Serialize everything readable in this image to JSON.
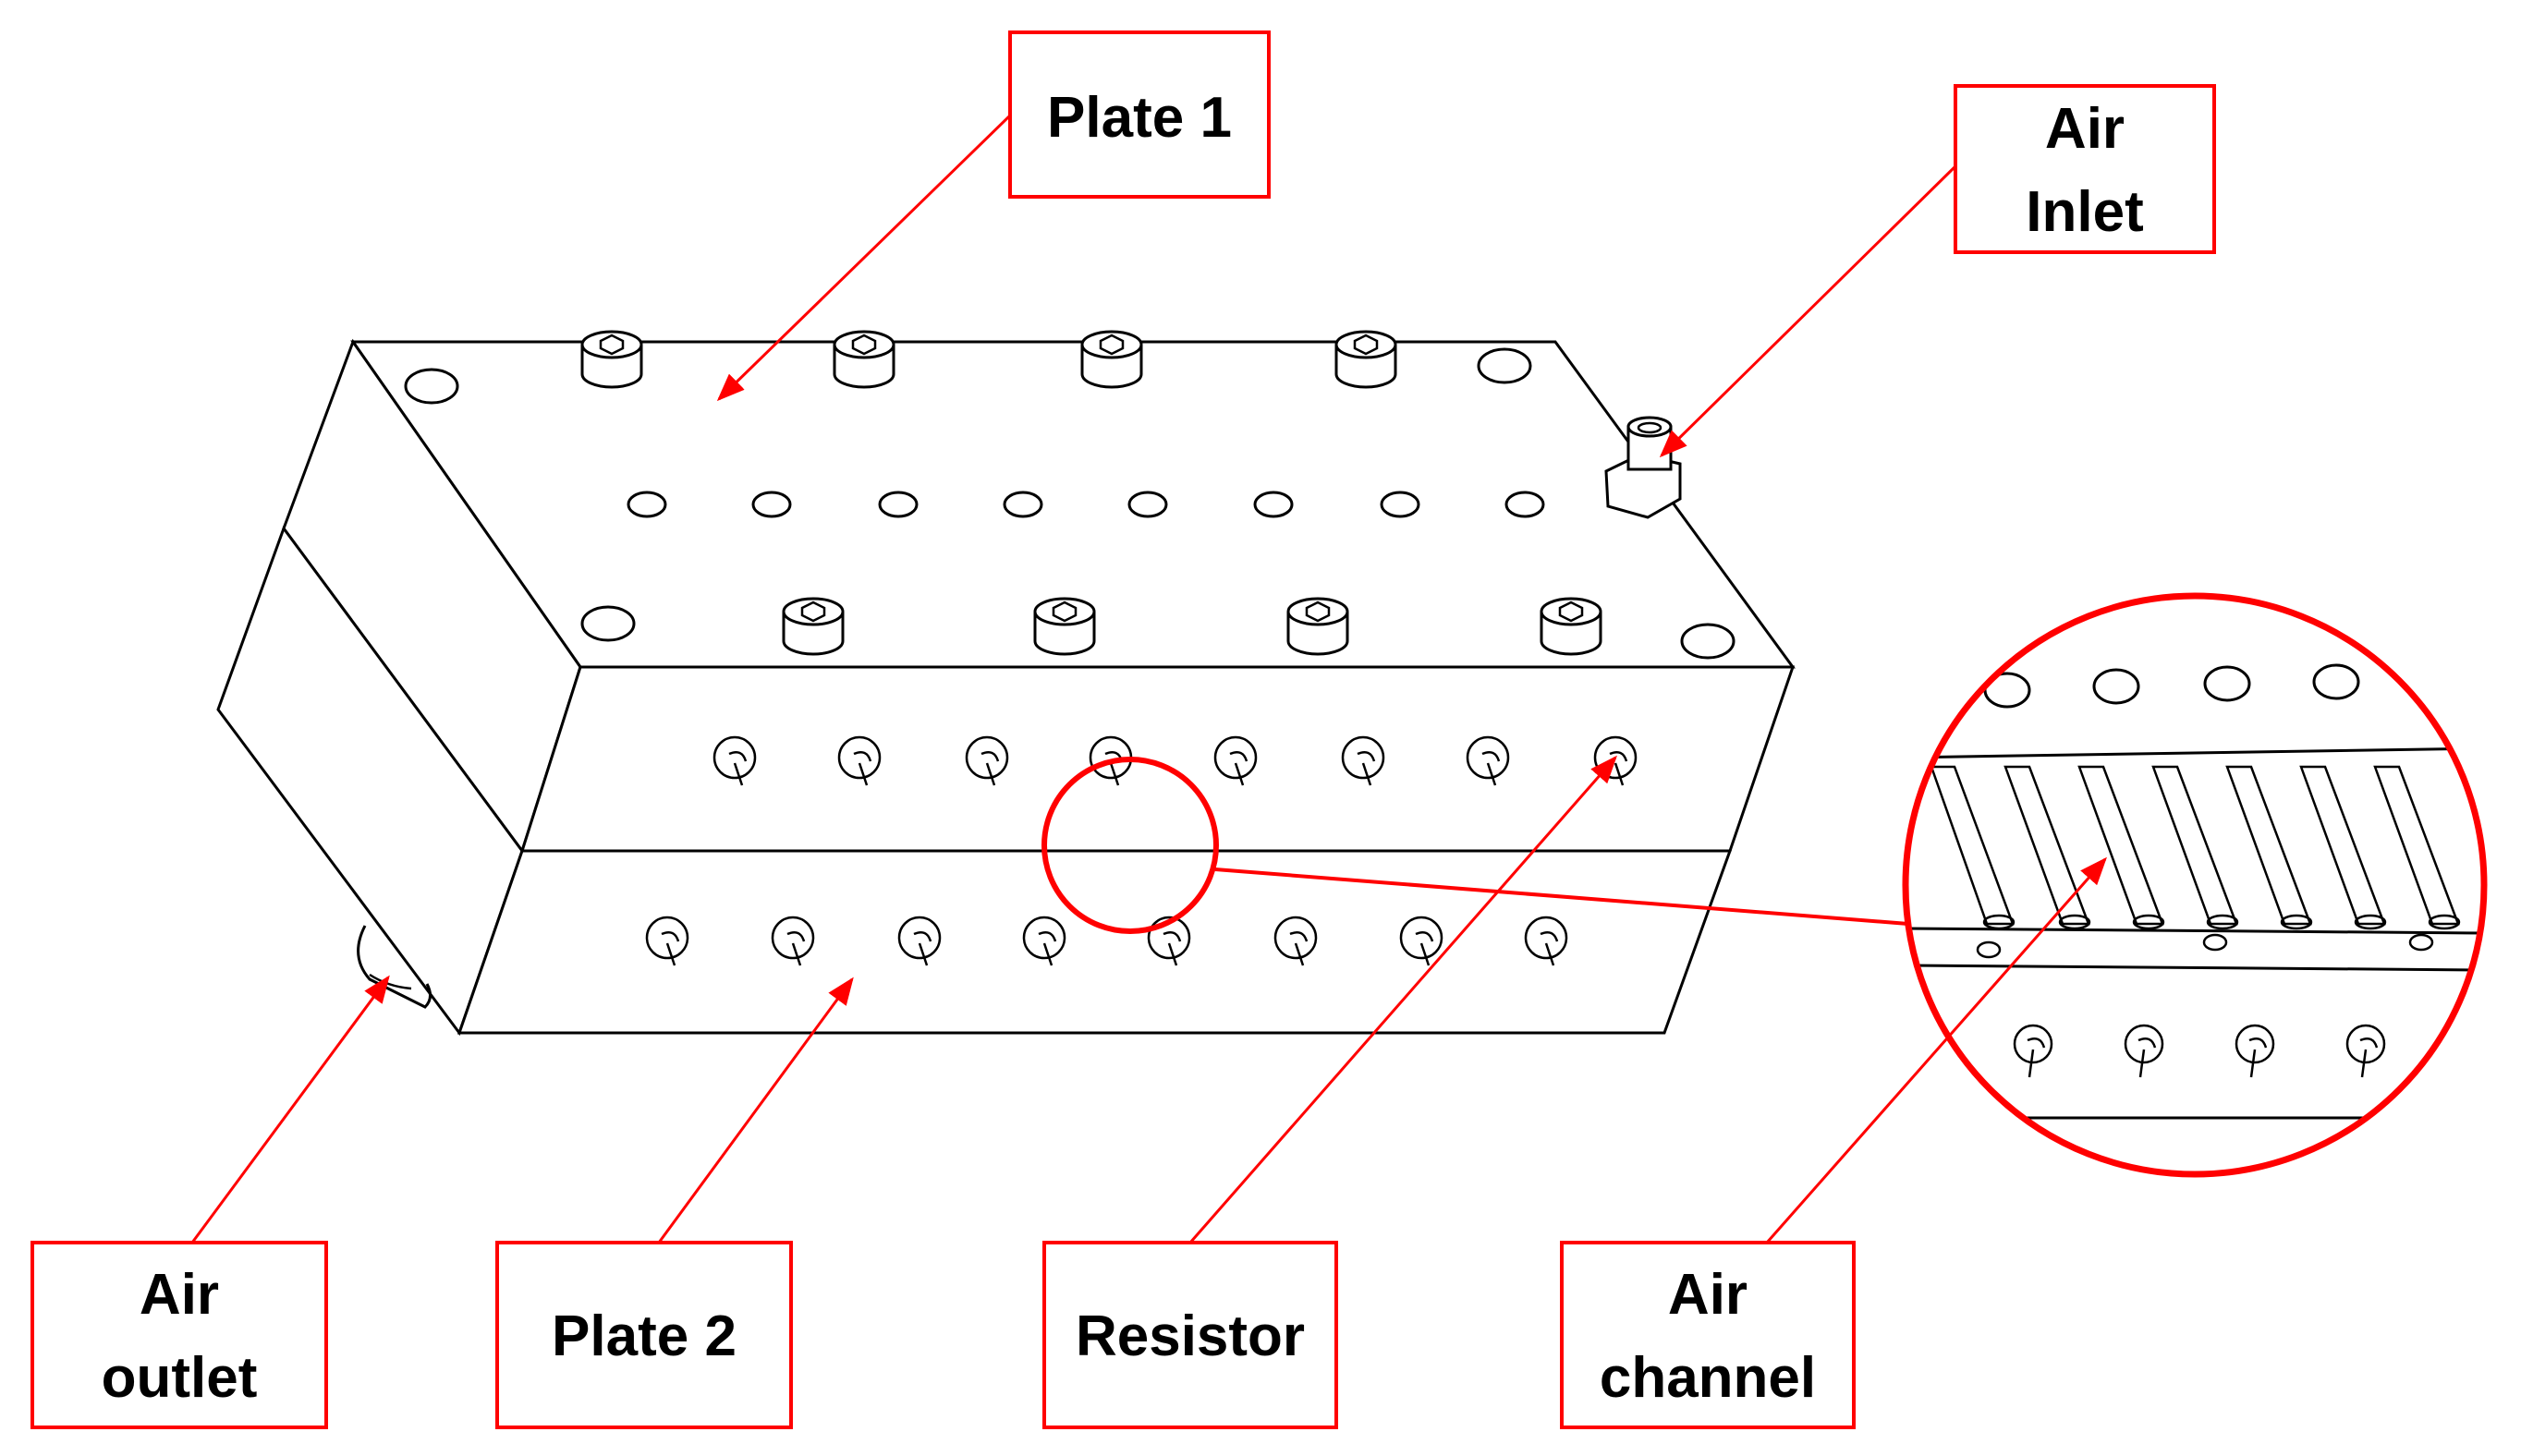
{
  "labels": {
    "plate1": "Plate 1",
    "air_inlet_line1": "Air",
    "air_inlet_line2": "Inlet",
    "air_outlet_line1": "Air",
    "air_outlet_line2": "outlet",
    "plate2": "Plate 2",
    "resistor": "Resistor",
    "air_channel_line1": "Air",
    "air_channel_line2": "channel"
  },
  "colors": {
    "callout": "#ff0000",
    "outline": "#000000",
    "background": "#ffffff"
  }
}
